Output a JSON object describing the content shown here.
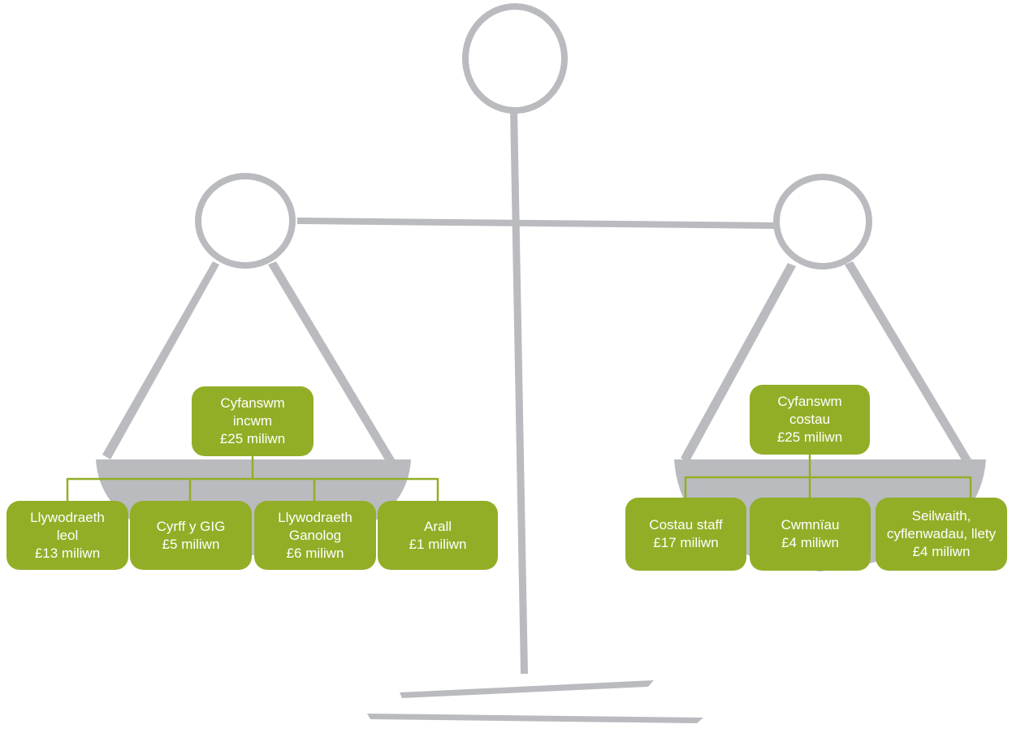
{
  "left_pan": {
    "total": {
      "line1": "Cyfanswm",
      "line2": "incwm",
      "line3": "£25 miliwn"
    },
    "items": [
      {
        "line1": "Llywodraeth",
        "line2": "leol",
        "line3": "£13 miliwn"
      },
      {
        "line1": "Cyrff y GIG",
        "line2": "£5 miliwn"
      },
      {
        "line1": "Llywodraeth",
        "line2": "Ganolog",
        "line3": "£6 miliwn"
      },
      {
        "line1": "Arall",
        "line2": "£1 miliwn"
      }
    ]
  },
  "right_pan": {
    "total": {
      "line1": "Cyfanswm",
      "line2": "costau",
      "line3": "£25 miliwn"
    },
    "items": [
      {
        "line1": "Costau staff",
        "line2": "£17 miliwn"
      },
      {
        "line1": "Cwmnïau",
        "line2": "£4 miliwn"
      },
      {
        "line1": "Seilwaith,",
        "line2": "cyflenwadau, llety",
        "line3": "£4 miliwn"
      }
    ]
  },
  "colors": {
    "box_green": "#92ae27",
    "scale_grey": "#b9bbbf",
    "text": "#ffffff"
  }
}
